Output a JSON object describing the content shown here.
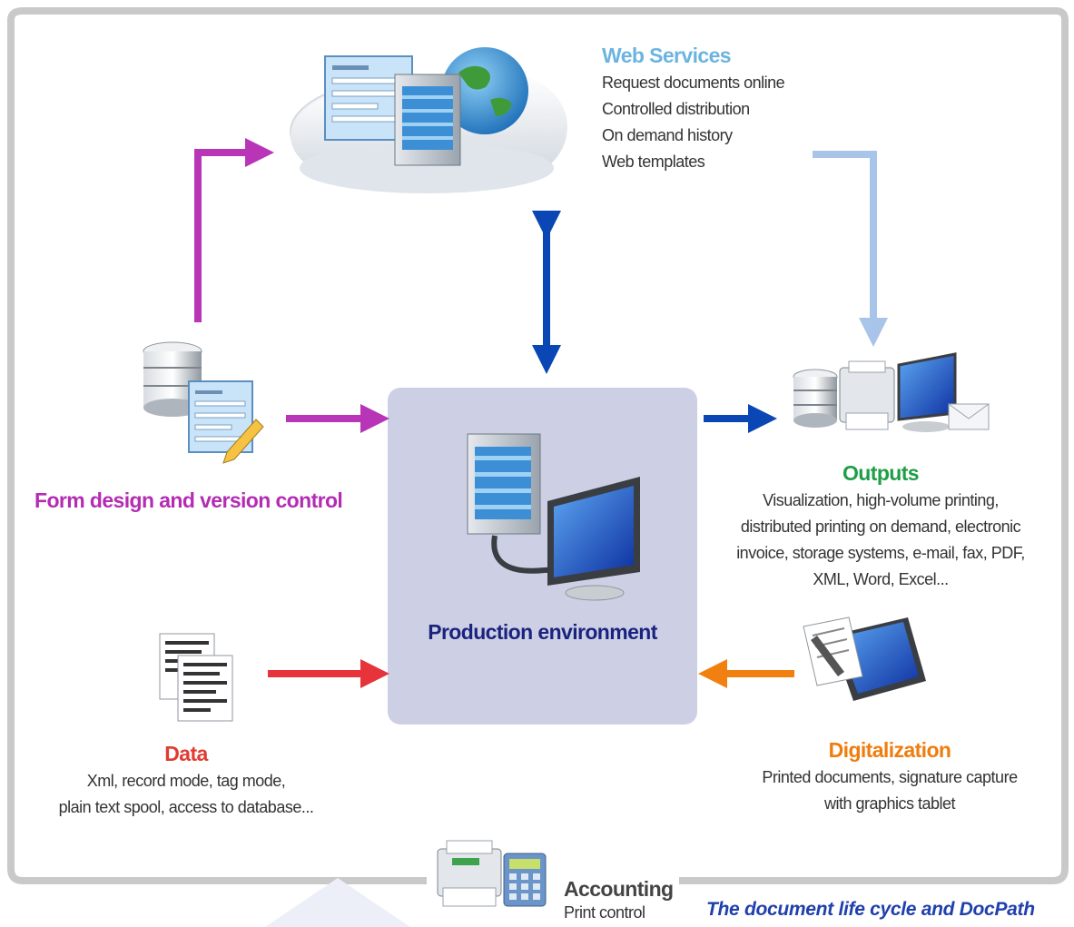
{
  "nodes": {
    "web_services": {
      "title": "Web Services",
      "lines": [
        "Request documents online",
        "Controlled distribution",
        "On demand history",
        "Web templates"
      ]
    },
    "form_design": {
      "title": "Form design and version control"
    },
    "production": {
      "title": "Production environment"
    },
    "outputs": {
      "title": "Outputs",
      "lines": [
        "Visualization, high-volume printing,",
        "distributed printing on demand, electronic",
        "invoice, storage systems, e-mail, fax, PDF,",
        "XML, Word, Excel..."
      ]
    },
    "data": {
      "title": "Data",
      "lines": [
        "Xml, record mode, tag mode,",
        "plain text spool, access to database..."
      ]
    },
    "digitalization": {
      "title": "Digitalization",
      "lines": [
        "Printed documents, signature capture",
        "with graphics tablet"
      ]
    },
    "accounting": {
      "title": "Accounting",
      "subtitle": "Print control"
    }
  },
  "caption": "The document life cycle and DocPath",
  "colors": {
    "web_services": "#6cb4e0",
    "form_design": "#b32cb3",
    "production": "#1a237e",
    "outputs": "#1e9e46",
    "data": "#e03c31",
    "digitalization": "#ef7d0e",
    "caption": "#1f3fae",
    "frame": "#c9c9c9",
    "production_box": "#cdd0e4",
    "arrow_blue": "#0a46b4",
    "arrow_lightblue": "#a8c4e8",
    "arrow_purple": "#b835b8",
    "arrow_red": "#e6343a",
    "arrow_orange": "#f08010"
  }
}
